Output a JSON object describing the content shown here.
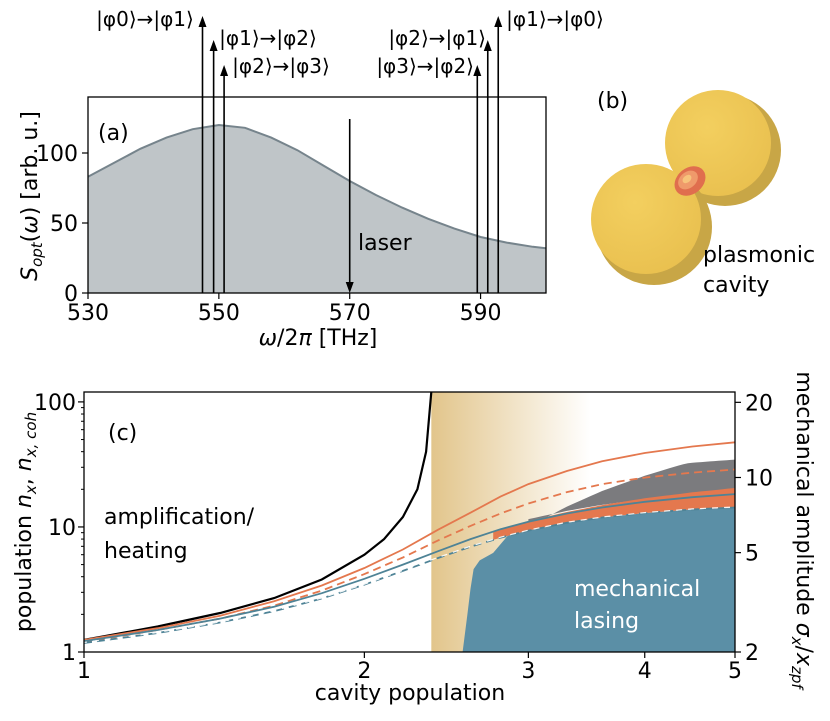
{
  "panel_a": {
    "label": "(a)",
    "ylabel": "S_opt(ω) [arb. u.]",
    "xlabel": "ω/2π [THz]",
    "laser_label": "laser",
    "chart_data": {
      "type": "area",
      "x_range": [
        530,
        600
      ],
      "ylim": [
        0,
        140
      ],
      "xticks": [
        530,
        550,
        570,
        590
      ],
      "yticks": [
        0,
        50,
        100
      ],
      "spectrum": {
        "x": [
          530,
          534,
          538,
          542,
          546,
          550,
          554,
          558,
          562,
          566,
          570,
          574,
          578,
          582,
          586,
          590,
          594,
          598,
          600
        ],
        "y": [
          83,
          93,
          103,
          111,
          117,
          120,
          118,
          111,
          102,
          91,
          80,
          70,
          61,
          53,
          46,
          40,
          36,
          33,
          32
        ]
      },
      "laser_x": 570,
      "fill_color": "#bfc5c8",
      "line_color": "#76848c"
    },
    "transitions": [
      {
        "label": "|φ0⟩→|φ1⟩",
        "x": 547.5
      },
      {
        "label": "|φ1⟩→|φ2⟩",
        "x": 549.2
      },
      {
        "label": "|φ2⟩→|φ3⟩",
        "x": 550.8
      },
      {
        "label": "|φ3⟩→|φ2⟩",
        "x": 589.5
      },
      {
        "label": "|φ2⟩→|φ1⟩",
        "x": 591.1
      },
      {
        "label": "|φ1⟩→|φ0⟩",
        "x": 592.7
      }
    ]
  },
  "panel_b": {
    "label": "(b)",
    "caption_line1": "plasmonic",
    "caption_line2": "cavity"
  },
  "panel_c": {
    "label": "(c)",
    "ylabel_left": "population n_x, n_x,coh",
    "ylabel_right": "mechanical amplitude σ_x/x_zpf",
    "xlabel": "cavity population",
    "region_amp_line1": "amplification/",
    "region_amp_line2": "heating",
    "region_lasing_line1": "mechanical",
    "region_lasing_line2": "lasing",
    "chart_data": {
      "type": "line",
      "x_scale": "log",
      "y_scale": "log",
      "xlim": [
        1,
        5
      ],
      "ylim": [
        1,
        120
      ],
      "xticks": [
        1,
        2,
        3,
        4,
        5
      ],
      "yticks_left": [
        1,
        10,
        100
      ],
      "yticks_right": [
        2,
        5,
        10,
        20
      ],
      "threshold_band_x": [
        2.36,
        3.5
      ],
      "series": [
        {
          "color": "#000000",
          "style": "solid",
          "x": [
            1,
            1.2,
            1.4,
            1.6,
            1.8,
            2.0,
            2.1,
            2.2,
            2.28,
            2.33,
            2.36
          ],
          "y": [
            1.25,
            1.6,
            2.05,
            2.7,
            3.8,
            6.0,
            8.0,
            12.0,
            20.0,
            40.0,
            120.0
          ]
        },
        {
          "color": "#e4784e",
          "style": "solid",
          "x": [
            1,
            1.2,
            1.4,
            1.6,
            1.8,
            2.0,
            2.2,
            2.4,
            2.6,
            2.8,
            3.0,
            3.3,
            3.6,
            4.0,
            4.5,
            5.0
          ],
          "y": [
            1.25,
            1.55,
            1.95,
            2.55,
            3.4,
            4.7,
            6.6,
            9.5,
            13.0,
            17.5,
            22.0,
            28.0,
            33.5,
            39.0,
            44.0,
            47.5
          ]
        },
        {
          "color": "#e4784e",
          "style": "dashed",
          "x": [
            1,
            1.2,
            1.4,
            1.6,
            1.8,
            2.0,
            2.2,
            2.4,
            2.6,
            2.8,
            3.0,
            3.3,
            3.6,
            4.0,
            4.5,
            5.0
          ],
          "y": [
            1.2,
            1.5,
            1.85,
            2.35,
            3.1,
            4.2,
            5.7,
            7.8,
            10.2,
            12.8,
            15.4,
            19.0,
            22.0,
            24.8,
            27.2,
            28.8
          ]
        },
        {
          "color": "#4e8396",
          "style": "solid",
          "x": [
            1,
            1.2,
            1.4,
            1.6,
            1.8,
            2.0,
            2.2,
            2.4,
            2.6,
            2.8,
            3.0,
            3.3,
            3.6,
            4.0,
            4.5,
            5.0
          ],
          "y": [
            1.22,
            1.5,
            1.85,
            2.3,
            2.95,
            3.85,
            5.0,
            6.4,
            8.0,
            9.6,
            11.0,
            12.8,
            14.3,
            15.9,
            17.3,
            18.3
          ]
        },
        {
          "color": "#4e8396",
          "style": "dashed",
          "x": [
            1,
            1.2,
            1.4,
            1.6,
            1.8,
            2.0,
            2.2,
            2.4,
            2.6,
            2.8,
            3.0,
            3.3,
            3.6,
            4.0,
            4.5,
            5.0
          ],
          "y": [
            1.18,
            1.42,
            1.72,
            2.12,
            2.68,
            3.45,
            4.45,
            5.65,
            6.95,
            8.2,
            9.35,
            10.8,
            11.9,
            12.9,
            13.8,
            14.3
          ]
        }
      ],
      "colors": {
        "lasing": "#5b8fa6",
        "gray": "#7b7b7e",
        "orange": "#e4784e",
        "band": "#e2c58b"
      }
    }
  }
}
